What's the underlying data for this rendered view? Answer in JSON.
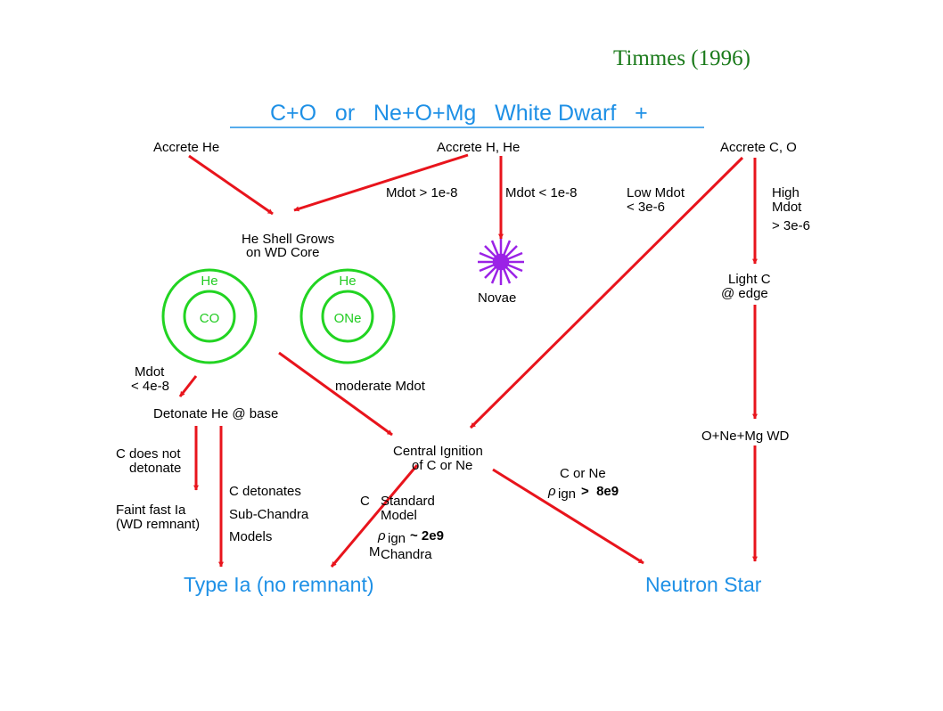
{
  "citation": "Timmes (1996)",
  "colors": {
    "arrow": "#e8141c",
    "title": "#1e90e6",
    "shell": "#22d422",
    "nova": "#9b22e6",
    "citation": "#1a7a1a"
  },
  "title": "C+O   or   Ne+O+Mg   White Dwarf   +",
  "nodes": {
    "accrete_he": "Accrete He",
    "accrete_h_he": "Accrete H, He",
    "accrete_c_o": "Accrete C, O",
    "he_shell_1": "He Shell Grows",
    "he_shell_2": "on WD Core",
    "shell_he_a": "He",
    "core_co": "CO",
    "shell_he_b": "He",
    "core_one": "ONe",
    "novae": "Novae",
    "light_c_1": "Light C",
    "light_c_2": "@ edge",
    "detonate_he": "Detonate He @ base",
    "central_1": "Central Ignition",
    "central_2": "of C or Ne",
    "onemg_wd": "O+Ne+Mg WD",
    "faint_1": "Faint fast Ia",
    "faint_2": "(WD remnant)",
    "type_ia": "Type Ia (no remnant)",
    "neutron_star": "Neutron Star"
  },
  "labels": {
    "mdot_gt": "Mdot > 1e-8",
    "mdot_lt": "Mdot < 1e-8",
    "low_mdot_1": "Low Mdot",
    "low_mdot_2": "< 3e-6",
    "high_mdot_1": "High",
    "high_mdot_2": "Mdot",
    "high_mdot_3": "> 3e-6",
    "mdot_small_1": "Mdot",
    "mdot_small_2": "< 4e-8",
    "moderate": "moderate Mdot",
    "c_not_1": "C does not",
    "c_not_2": "detonate",
    "c_det_1": "C detonates",
    "c_det_2": "Sub-Chandra",
    "c_det_3": "Models",
    "c_label": "C",
    "standard_1": "Standard",
    "standard_2": "Model",
    "rho": "ρ",
    "ign": "ign",
    "approx_val": "~ 2e9",
    "m": "M",
    "chandra": "Chandra",
    "c_or_ne": "C or Ne",
    "gt_val": ">  8e9"
  }
}
